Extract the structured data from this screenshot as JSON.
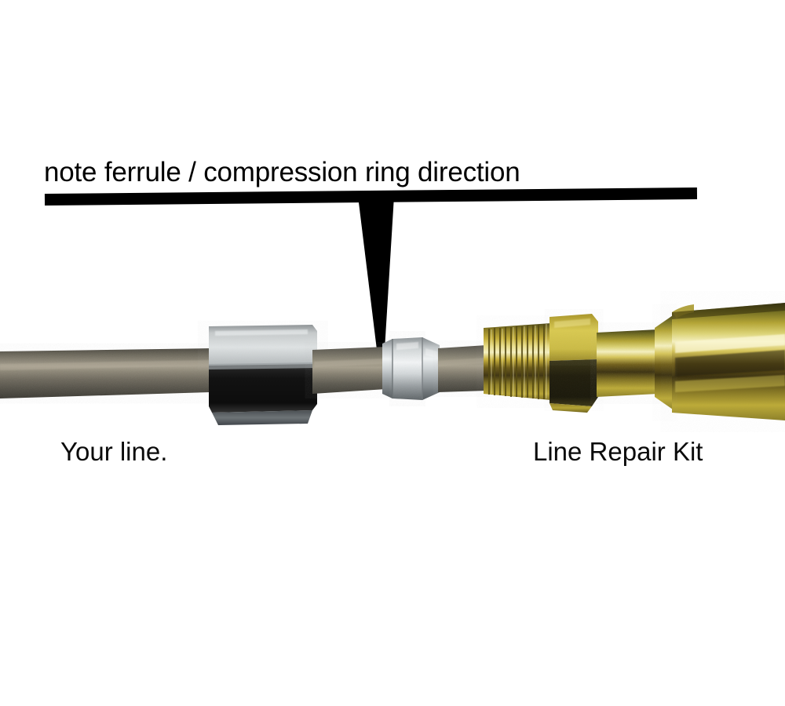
{
  "annotation": {
    "caption": "note ferrule / compression ring direction",
    "pointer_icon": "downward-pointer-arrow-icon",
    "underline_icon": "horizontal-rule-icon"
  },
  "labels": {
    "left": "Your line.",
    "right": "Line Repair Kit"
  },
  "photo": {
    "alt": "brake line repair kit assembly photograph",
    "background": "#ffffff",
    "parts": [
      {
        "name": "steel-brake-line",
        "description": "plain steel tubing entering from left edge",
        "color": "#6e6a5e"
      },
      {
        "name": "hex-nut-left",
        "description": "zinc plated hex compression nut on your line",
        "color": "#b9bcbd"
      },
      {
        "name": "ferrule-compression-ring",
        "description": "zinc compression ring / ferrule, tapered end facing right",
        "color": "#c9cdce"
      },
      {
        "name": "threaded-fitting",
        "description": "gold zinc dichromate male threaded nipple",
        "color": "#b69b2c"
      },
      {
        "name": "hex-nut-right",
        "description": "gold zinc dichromate hex body",
        "color": "#c4ad3a"
      },
      {
        "name": "fitting-barrel",
        "description": "gold zinc dichromate cylindrical body extending off right edge",
        "color": "#c2ae3b"
      }
    ]
  },
  "colors": {
    "ink": "#000000",
    "steel_dark": "#4d4a41",
    "steel_mid": "#6e6a5e",
    "steel_light": "#9a9486",
    "zinc_dark": "#6f7578",
    "zinc_mid": "#b9bcbd",
    "zinc_light": "#e6e9ea",
    "gold_dark": "#5c4a12",
    "gold_mid": "#b69b2c",
    "gold_light": "#f2eaa8",
    "nut_face_dark": "#121212"
  }
}
